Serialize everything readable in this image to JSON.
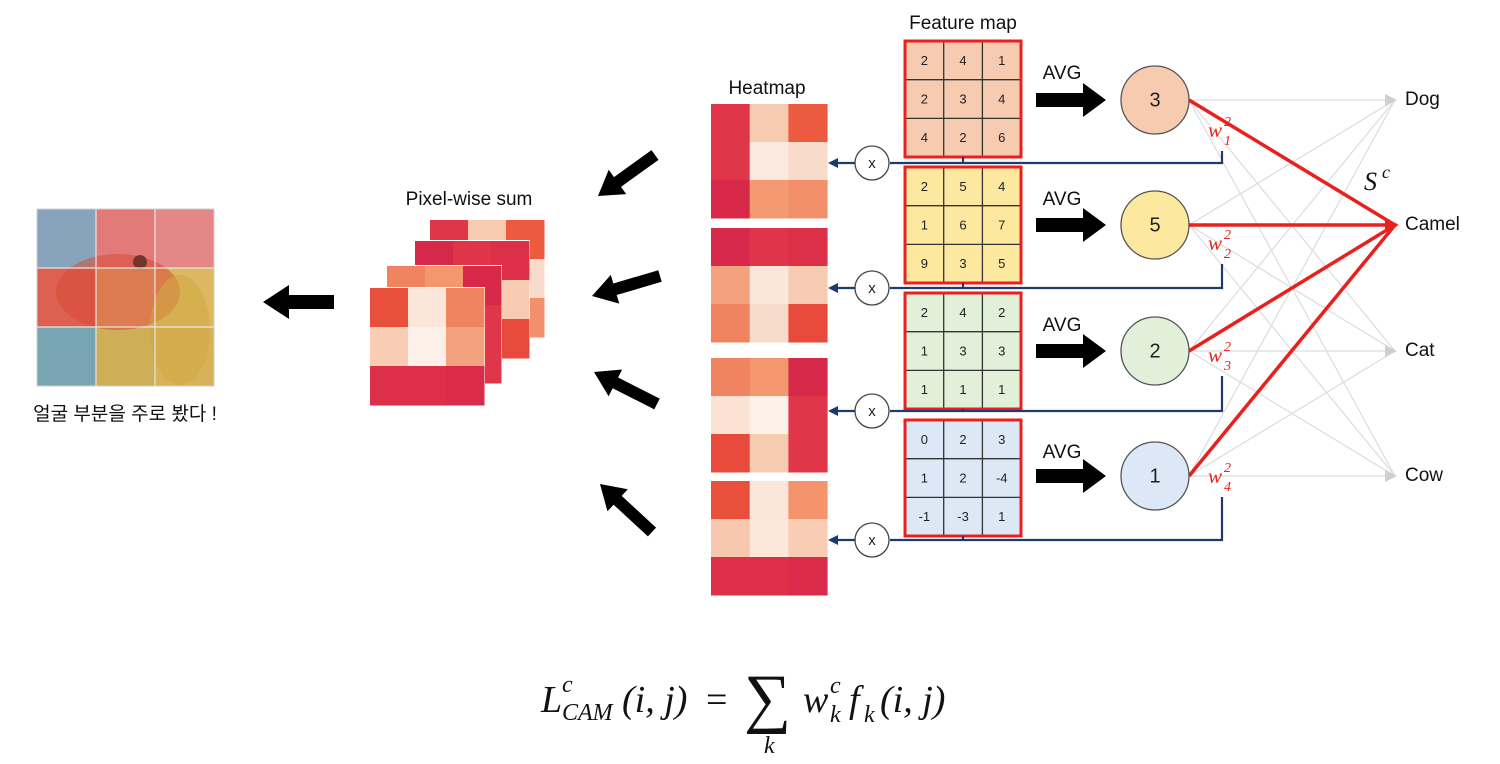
{
  "labels": {
    "feature_map": "Feature map",
    "heatmap": "Heatmap",
    "pixel_wise_sum": "Pixel-wise sum",
    "caption": "얼굴 부분을 주로 봤다 !",
    "avg": "AVG",
    "multiply": "x",
    "score": "S",
    "score_sup": "c"
  },
  "colors": {
    "red_accent": "#e8201e",
    "navy_arrow": "#1f3a6e",
    "grid_line": "#333333"
  },
  "feature_maps": [
    {
      "fill": "#f7cbb0",
      "cells": [
        [
          "2",
          "4",
          "1"
        ],
        [
          "2",
          "3",
          "4"
        ],
        [
          "4",
          "2",
          "6"
        ]
      ]
    },
    {
      "fill": "#fde8a0",
      "cells": [
        [
          "2",
          "5",
          "4"
        ],
        [
          "1",
          "6",
          "7"
        ],
        [
          "9",
          "3",
          "5"
        ]
      ]
    },
    {
      "fill": "#e2efd9",
      "cells": [
        [
          "2",
          "4",
          "2"
        ],
        [
          "1",
          "3",
          "3"
        ],
        [
          "1",
          "1",
          "1"
        ]
      ]
    },
    {
      "fill": "#dce8f6",
      "cells": [
        [
          "0",
          "2",
          "3"
        ],
        [
          "1",
          "2",
          "-4"
        ],
        [
          "-1",
          "-3",
          "1"
        ]
      ]
    }
  ],
  "nodes": [
    {
      "value": "3",
      "fill": "#f7cbb0"
    },
    {
      "value": "5",
      "fill": "#fde8a0"
    },
    {
      "value": "2",
      "fill": "#e2efd9"
    },
    {
      "value": "1",
      "fill": "#dce8f6"
    }
  ],
  "weights": [
    {
      "base": "w",
      "sub": "1",
      "sup": "2"
    },
    {
      "base": "w",
      "sub": "2",
      "sup": "2"
    },
    {
      "base": "w",
      "sub": "3",
      "sup": "2"
    },
    {
      "base": "w",
      "sub": "4",
      "sup": "2"
    }
  ],
  "classes": [
    "Dog",
    "Camel",
    "Cat",
    "Cow"
  ],
  "heatmaps": [
    [
      [
        "#e0364a",
        "#f7cbb0",
        "#ec5a40"
      ],
      [
        "#e0364a",
        "#fbe9df",
        "#f9dbcc"
      ],
      [
        "#d6294a",
        "#f39a72",
        "#f2906c"
      ]
    ],
    [
      [
        "#d6294a",
        "#e0344a",
        "#dc2f48"
      ],
      [
        "#f4a27e",
        "#fbe7da",
        "#f6cbb2"
      ],
      [
        "#f08360",
        "#f8dccb",
        "#e84a3c"
      ]
    ],
    [
      [
        "#f08360",
        "#f4966e",
        "#d6294a"
      ],
      [
        "#fbe2d2",
        "#fdf0e8",
        "#e0364a"
      ],
      [
        "#e84a3c",
        "#f7cbb0",
        "#e0364a"
      ]
    ],
    [
      [
        "#e8503c",
        "#fbe6d9",
        "#f4936c"
      ],
      [
        "#f6c7ad",
        "#fce7da",
        "#f8cdb4"
      ],
      [
        "#dc2f48",
        "#dc2f48",
        "#d82c4a"
      ]
    ]
  ],
  "sum_layers": [
    [
      [
        "#e8503c",
        "#fbe6d9",
        "#f08360"
      ],
      [
        "#f8cdb4",
        "#fdf0e8",
        "#f4a27e"
      ],
      [
        "#dc2f48",
        "#dc2f48",
        "#d82c4a"
      ]
    ]
  ],
  "photo_overlay": [
    [
      [
        "#7a9ab5"
      ],
      [
        "#e06c6c"
      ],
      [
        "#e07a7a"
      ]
    ],
    [
      [
        "#d9503e"
      ],
      [
        "#e0b060"
      ],
      [
        "#d8b050"
      ]
    ],
    [
      [
        "#6a9aa8"
      ],
      [
        "#c9a544"
      ],
      [
        "#d2aa48"
      ]
    ]
  ],
  "formula": {
    "lhs": "L",
    "lhs_sup": "c",
    "lhs_sub": "CAM",
    "args": "(i, j)",
    "eq": "=",
    "sum_sub": "k",
    "w": "w",
    "w_sup": "c",
    "w_sub": "k",
    "f": "f",
    "f_sub": "k",
    "f_args": "(i, j)"
  }
}
